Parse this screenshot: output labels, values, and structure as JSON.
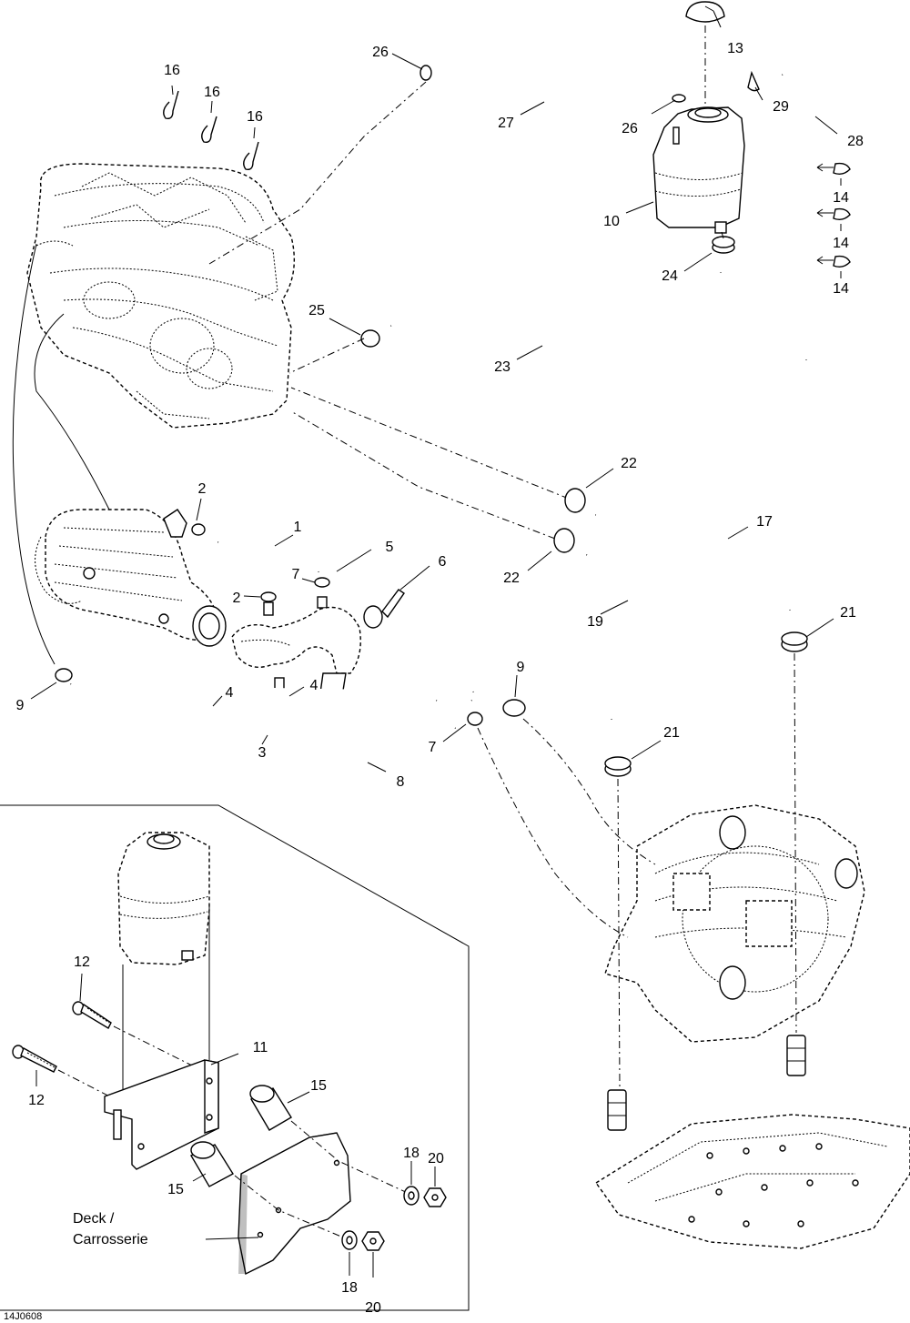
{
  "diagram_code": "14J0608",
  "deck_label_line1": "Deck /",
  "deck_label_line2": "Carrosserie",
  "callouts": [
    {
      "id": "c1",
      "text": "1"
    },
    {
      "id": "c2a",
      "text": "2"
    },
    {
      "id": "c2b",
      "text": "2"
    },
    {
      "id": "c3",
      "text": "3"
    },
    {
      "id": "c4a",
      "text": "4"
    },
    {
      "id": "c4b",
      "text": "4"
    },
    {
      "id": "c5",
      "text": "5"
    },
    {
      "id": "c6",
      "text": "6"
    },
    {
      "id": "c7a",
      "text": "7"
    },
    {
      "id": "c7b",
      "text": "7"
    },
    {
      "id": "c8",
      "text": "8"
    },
    {
      "id": "c9a",
      "text": "9"
    },
    {
      "id": "c9b",
      "text": "9"
    },
    {
      "id": "c10",
      "text": "10"
    },
    {
      "id": "c11",
      "text": "11"
    },
    {
      "id": "c12a",
      "text": "12"
    },
    {
      "id": "c12b",
      "text": "12"
    },
    {
      "id": "c13",
      "text": "13"
    },
    {
      "id": "c14a",
      "text": "14"
    },
    {
      "id": "c14b",
      "text": "14"
    },
    {
      "id": "c14c",
      "text": "14"
    },
    {
      "id": "c15a",
      "text": "15"
    },
    {
      "id": "c15b",
      "text": "15"
    },
    {
      "id": "c16a",
      "text": "16"
    },
    {
      "id": "c16b",
      "text": "16"
    },
    {
      "id": "c16c",
      "text": "16"
    },
    {
      "id": "c17",
      "text": "17"
    },
    {
      "id": "c18a",
      "text": "18"
    },
    {
      "id": "c18b",
      "text": "18"
    },
    {
      "id": "c19",
      "text": "19"
    },
    {
      "id": "c20a",
      "text": "20"
    },
    {
      "id": "c20b",
      "text": "20"
    },
    {
      "id": "c21a",
      "text": "21"
    },
    {
      "id": "c21b",
      "text": "21"
    },
    {
      "id": "c22a",
      "text": "22"
    },
    {
      "id": "c22b",
      "text": "22"
    },
    {
      "id": "c23",
      "text": "23"
    },
    {
      "id": "c24",
      "text": "24"
    },
    {
      "id": "c25",
      "text": "25"
    },
    {
      "id": "c26a",
      "text": "26"
    },
    {
      "id": "c26b",
      "text": "26"
    },
    {
      "id": "c27",
      "text": "27"
    },
    {
      "id": "c28",
      "text": "28"
    },
    {
      "id": "c29",
      "text": "29"
    }
  ]
}
